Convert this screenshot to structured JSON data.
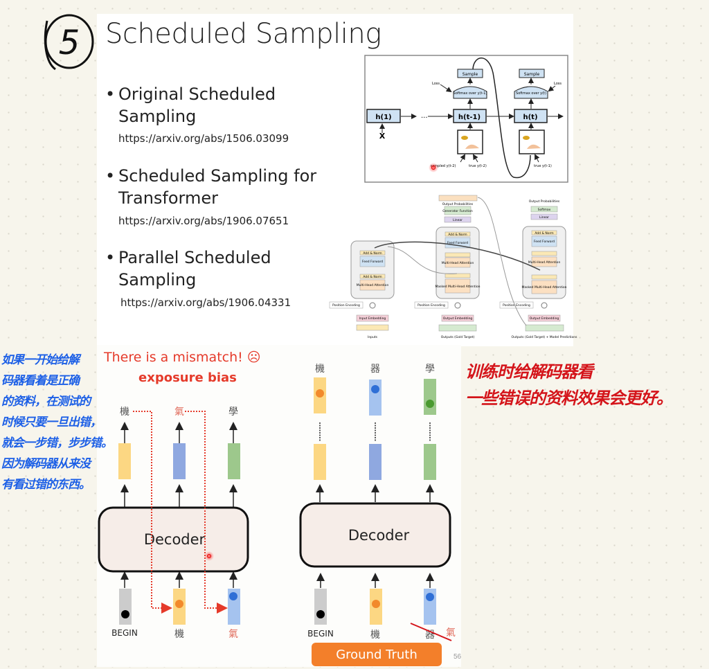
{
  "section_number": "5",
  "slide_top": {
    "title": "Scheduled Sampling",
    "bullets": [
      {
        "line1": "Original Scheduled",
        "line2": "Sampling",
        "url": "https://arxiv.org/abs/1506.03099"
      },
      {
        "line1": "Scheduled Sampling for",
        "line2": "Transformer",
        "url": "https://arxiv.org/abs/1906.07651"
      },
      {
        "line1": "Parallel Scheduled",
        "line2": "Sampling",
        "url": "https://arxiv.org/abs/1906.04331"
      }
    ],
    "rnn_figure": {
      "h1": "h(1)",
      "ht1": "h(t-1)",
      "ht": "h(t)",
      "x": "X",
      "dots": "...",
      "sample": "Sample",
      "softmax_prev": "Softmax over y(t-1)",
      "softmax_cur": "Softmax over y(t)",
      "loss": "Loss",
      "sampled_prev": "sampled y(t-2)",
      "true_prev": "true y(t-2)",
      "true_cur": "true y(t-1)"
    },
    "transformer_figure": {
      "output_probabilities": "Output Probabilities",
      "generator_function": "Generator Function",
      "softmax": "Softmax",
      "linear": "Linear",
      "add_norm": "Add & Norm",
      "feed_forward": "Feed Forward",
      "multi_head": "Multi-Head Attention",
      "masked_multi_head": "Masked Multi-Head Attention",
      "position_encoding": "Position Encoding",
      "input_embedding": "Input Embedding",
      "output_embedding": "Output Embedding",
      "inputs": "Inputs",
      "outputs_gold": "Outputs (Gold Target)",
      "outputs_gold_pred": "Outputs (Gold Target) + Model Predictions"
    }
  },
  "slide_bottom": {
    "mismatch": "There is a mismatch! ☹",
    "exposure_bias": "exposure bias",
    "left": {
      "outputs": [
        "機",
        "氣",
        "學"
      ],
      "inputs": [
        "BEGIN",
        "機",
        "氣"
      ],
      "decoder": "Decoder"
    },
    "right": {
      "targets": [
        "機",
        "器",
        "學"
      ],
      "inputs": [
        "BEGIN",
        "機",
        "器"
      ],
      "correction": "氣",
      "decoder": "Decoder"
    },
    "ground_truth": "Ground Truth",
    "page_number": "56"
  },
  "annotations": {
    "blue_note": [
      "如果一开始给解",
      "码器看着是正确",
      "的资料，在测试的",
      "时候只要一旦出错，",
      "就会一步错，步步错。",
      "因为解码器从来没",
      "有看过错的东西。"
    ],
    "red_note": [
      "训练时给解码器看",
      "一些错误的资料效果会更好。"
    ]
  },
  "colors": {
    "yellow": "#fcd783",
    "blue": "#8fa8e0",
    "green": "#9dc88c",
    "red": "#e53a2a",
    "orange": "#f37f2a",
    "blue_ink": "#1c5fe6",
    "red_ink": "#d4141a"
  }
}
